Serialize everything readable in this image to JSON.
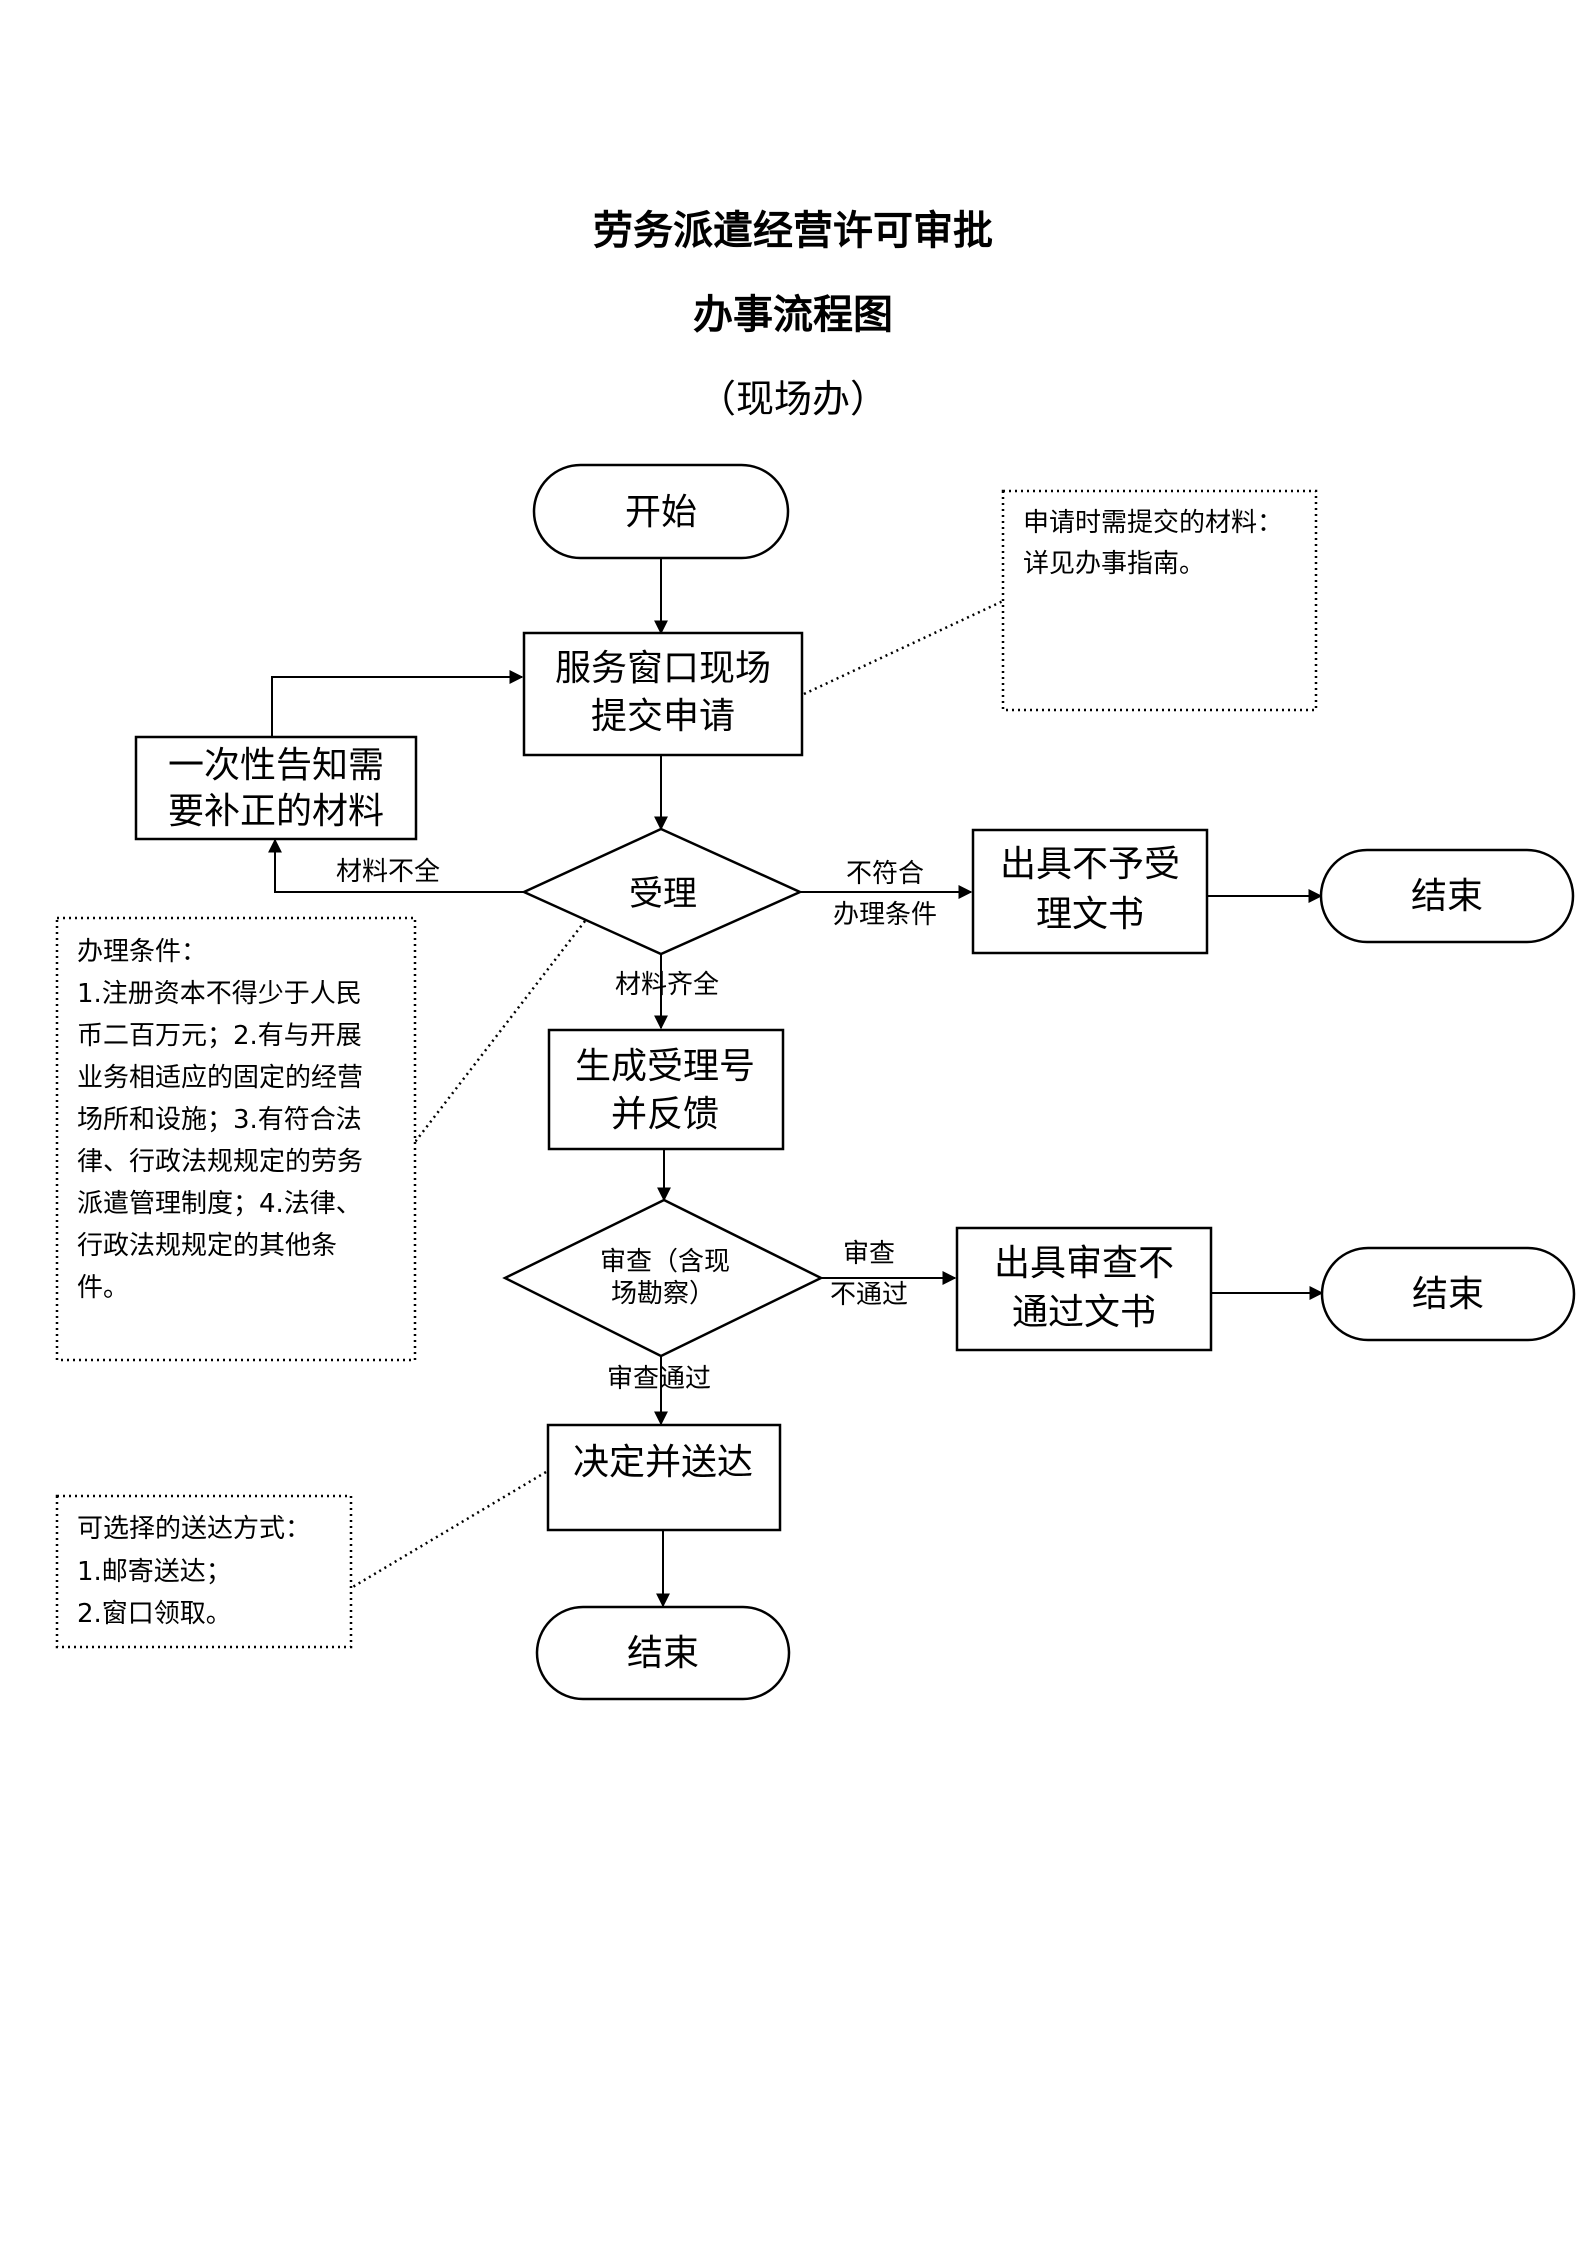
{
  "title": {
    "line1": "劳务派遣经营许可审批",
    "line2": "办事流程图",
    "line3": "（现场办）"
  },
  "nodes": {
    "start": "开始",
    "submit": [
      "服务窗口现场",
      "提交申请"
    ],
    "supplement": [
      "一次性告知需",
      "要补正的材料"
    ],
    "accept": "受理",
    "reject_doc": [
      "出具不予受",
      "理文书"
    ],
    "end1": "结束",
    "generate": [
      "生成受理号",
      "并反馈"
    ],
    "review": [
      "审查（含现",
      "场勘察）"
    ],
    "fail_doc": [
      "出具审查不",
      "通过文书"
    ],
    "end2": "结束",
    "decide": "决定并送达",
    "end3": "结束"
  },
  "edges": {
    "incomplete": "材料不全",
    "not_meet": [
      "不符合",
      "办理条件"
    ],
    "complete": "材料齐全",
    "review_fail": [
      "审查",
      "不通过"
    ],
    "review_pass": "审查通过"
  },
  "notes": {
    "materials": [
      "申请时需提交的材料：",
      "详见办事指南。"
    ],
    "conditions": [
      "办理条件：",
      "1.注册资本不得少于人民",
      "币二百万元；2.有与开展",
      "业务相适应的固定的经营",
      "场所和设施；3.有符合法",
      "律、行政法规规定的劳务",
      "派遣管理制度；4.法律、",
      "行政法规规定的其他条",
      "件。"
    ],
    "delivery": [
      "可选择的送达方式：",
      "1.邮寄送达；",
      "2.窗口领取。"
    ]
  }
}
